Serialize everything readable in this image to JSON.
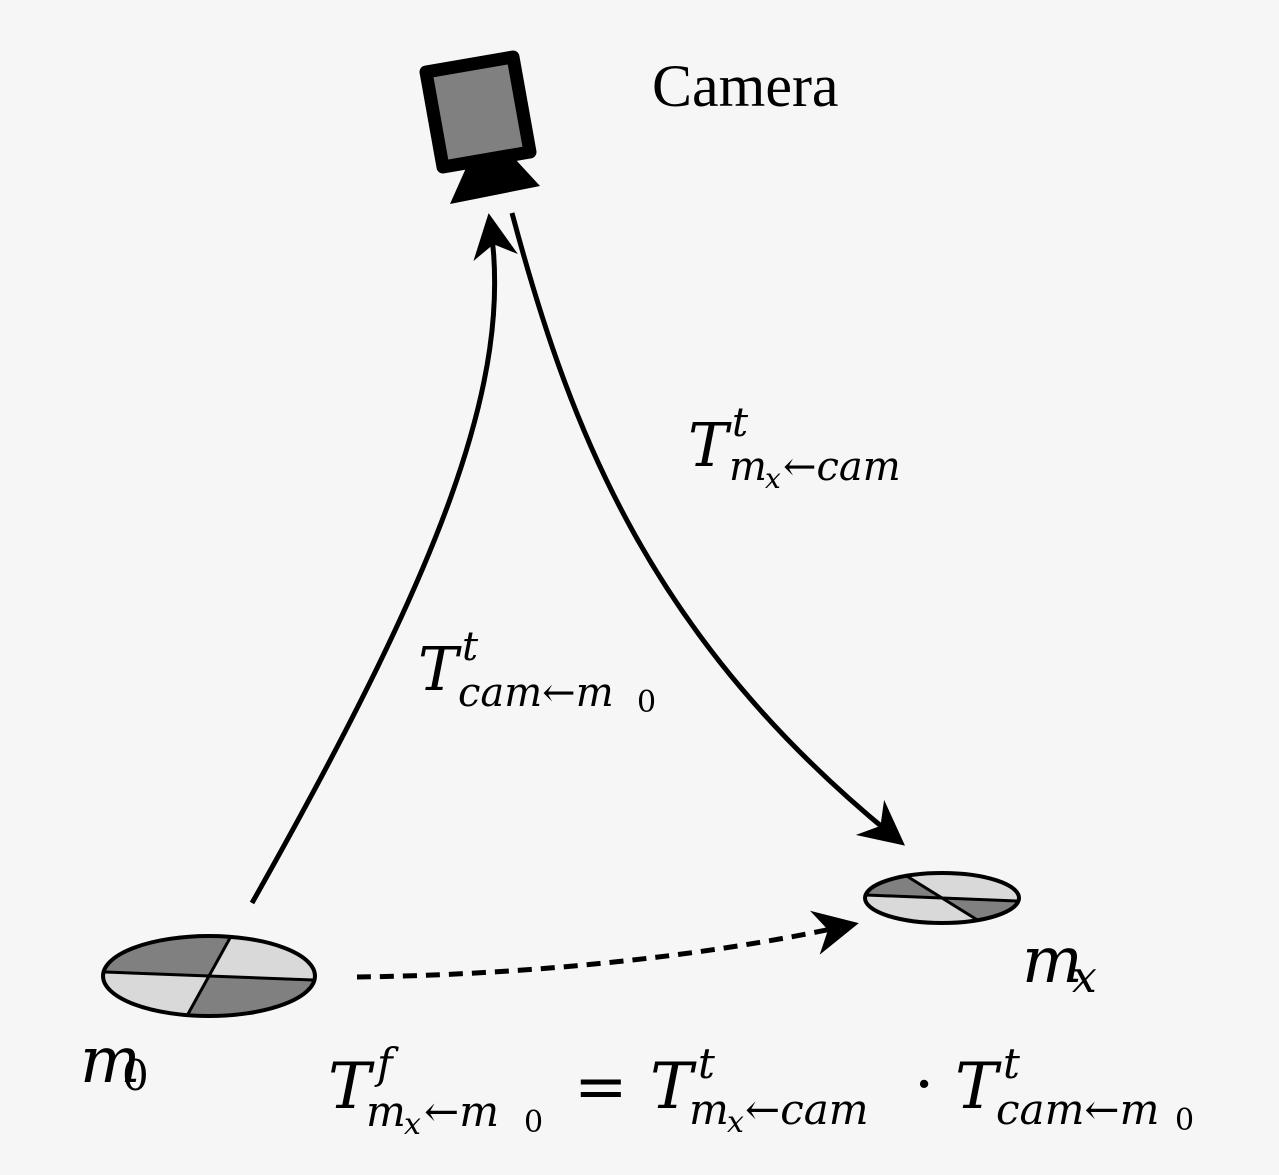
{
  "camera": {
    "label": "Camera"
  },
  "markers": {
    "m0": {
      "symbol": "m",
      "subscript": "0"
    },
    "mx": {
      "symbol": "m",
      "subscript": "x"
    }
  },
  "transforms": {
    "cam_from_m0": {
      "symbol": "T",
      "superscript": "t",
      "subscript": "cam←m",
      "subscript_tail": "0"
    },
    "mx_from_cam": {
      "symbol": "T",
      "superscript": "t",
      "subscript_head": "m",
      "subscript_head_sub": "x",
      "subscript": "←cam"
    }
  },
  "equation": {
    "lhs": {
      "symbol": "T",
      "superscript": "f",
      "subscript_head": "m",
      "subscript_head_sub": "x",
      "subscript": "←m",
      "subscript_tail": "0"
    },
    "equals": "=",
    "term1": {
      "symbol": "T",
      "superscript": "t",
      "subscript_head": "m",
      "subscript_head_sub": "x",
      "subscript": "←cam"
    },
    "dot": "·",
    "term2": {
      "symbol": "T",
      "superscript": "t",
      "subscript": "cam←m",
      "subscript_tail": "0"
    }
  },
  "colors": {
    "background": "#f6f6f6",
    "dark_quadrant": "#808080",
    "light_quadrant": "#d9d9d9",
    "camera_body": "#808080",
    "stroke": "#000000"
  }
}
